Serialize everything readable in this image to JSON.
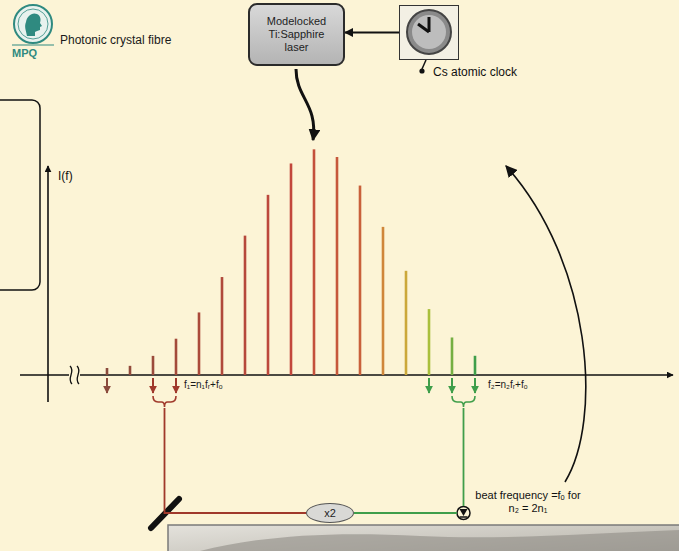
{
  "diagram": {
    "nodes": [
      {
        "text": [
          "Modelocked Ti:Sapphire laser"
        ]
      },
      {
        "text": [
          "Cs atomic clock"
        ]
      },
      {
        "text": [
          "x2"
        ]
      }
    ],
    "edges": [
      {
        "from": 1,
        "to": 0,
        "arrow": "to"
      }
    ],
    "labels": [
      "MPQ",
      "Photonic crystal fibre",
      "I(f)",
      "f₁=n₁fᵣ+fₒ",
      "f₂=n₂fᵣ+fₒ",
      "beat frequency =fₒ for n₂ = 2n₁"
    ]
  }
}
